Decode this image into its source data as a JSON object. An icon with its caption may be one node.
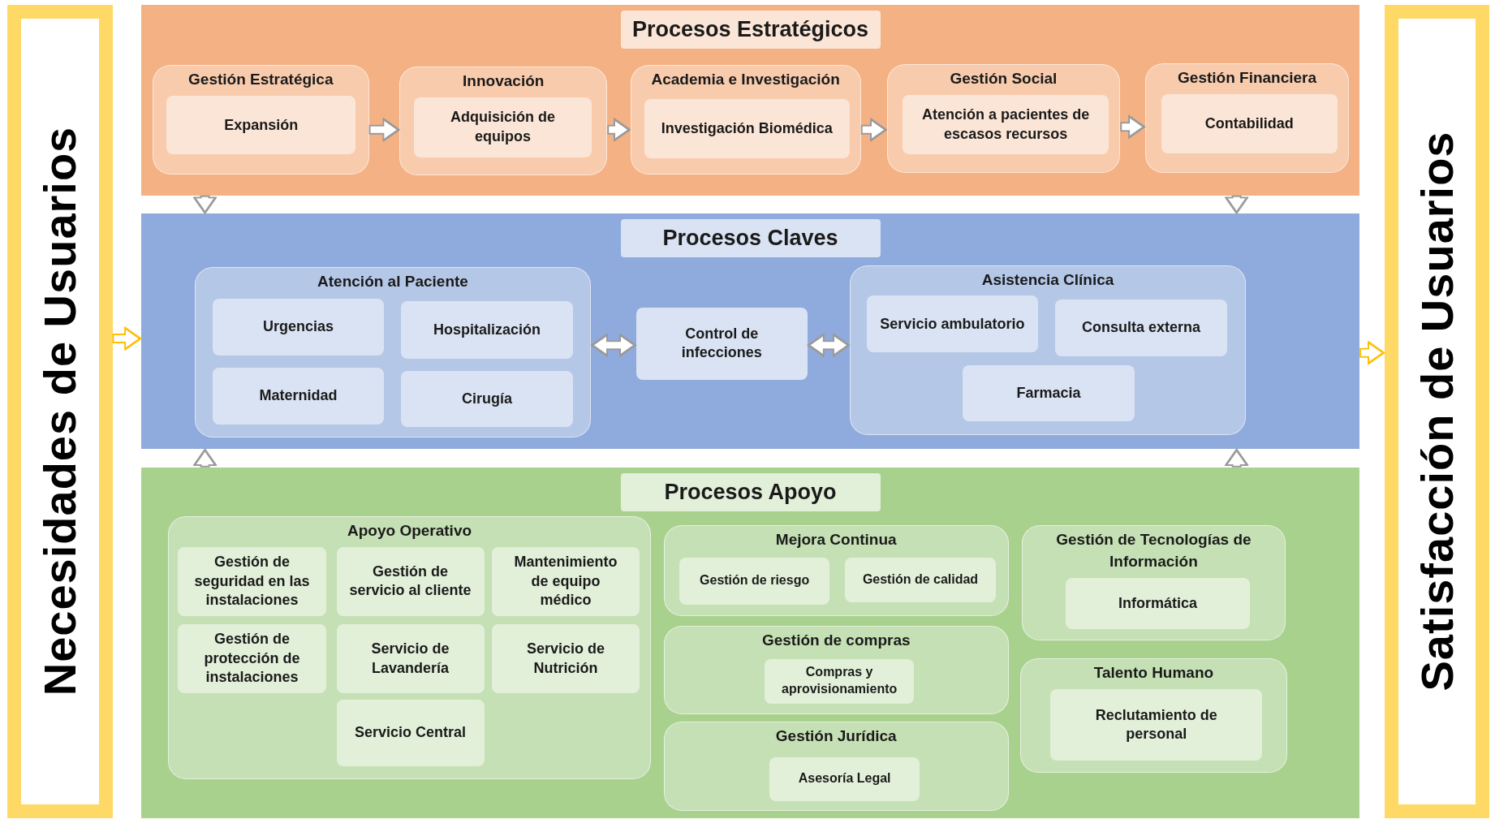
{
  "diagram": {
    "nodes": [
      {
        "text": [
          "Necesidades de Usuarios"
        ]
      },
      {
        "text": [
          "Satisfacción de Usuarios"
        ]
      },
      {
        "text": [
          "Procesos Estratégicos"
        ]
      },
      {
        "text": [
          "Gestión Estratégica"
        ],
        "in": 2
      },
      {
        "text": [
          "Expansión"
        ],
        "in": 3
      },
      {
        "text": [
          "Innovación"
        ],
        "in": 2
      },
      {
        "text": [
          "Adquisición de equipos"
        ],
        "in": 5
      },
      {
        "text": [
          "Academia e Investigación"
        ],
        "in": 2
      },
      {
        "text": [
          "Investigación Biomédica"
        ],
        "in": 7
      },
      {
        "text": [
          "Gestión Social"
        ],
        "in": 2
      },
      {
        "text": [
          "Atención a pacientes de escasos recursos"
        ],
        "in": 9
      },
      {
        "text": [
          "Gestión Financiera"
        ],
        "in": 2
      },
      {
        "text": [
          "Contabilidad"
        ],
        "in": 11
      },
      {
        "text": [
          "Procesos Claves"
        ]
      },
      {
        "text": [
          "Atención al Paciente"
        ],
        "in": 13
      },
      {
        "text": [
          "Urgencias"
        ],
        "in": 14
      },
      {
        "text": [
          "Hospitalización"
        ],
        "in": 14
      },
      {
        "text": [
          "Maternidad"
        ],
        "in": 14
      },
      {
        "text": [
          "Cirugía"
        ],
        "in": 14
      },
      {
        "text": [
          "Control de infecciones"
        ],
        "in": 13
      },
      {
        "text": [
          "Asistencia Clínica"
        ],
        "in": 13
      },
      {
        "text": [
          "Servicio ambulatorio"
        ],
        "in": 20
      },
      {
        "text": [
          "Consulta externa"
        ],
        "in": 20
      },
      {
        "text": [
          "Farmacia"
        ],
        "in": 20
      },
      {
        "text": [
          "Procesos Apoyo"
        ]
      },
      {
        "text": [
          "Apoyo Operativo"
        ],
        "in": 24
      },
      {
        "text": [
          "Gestión de seguridad en las instalaciones"
        ],
        "in": 25
      },
      {
        "text": [
          "Gestión de servicio al cliente"
        ],
        "in": 25
      },
      {
        "text": [
          "Mantenimiento de equipo médico"
        ],
        "in": 25
      },
      {
        "text": [
          "Gestión de protección de instalaciones"
        ],
        "in": 25
      },
      {
        "text": [
          "Servicio de Lavandería"
        ],
        "in": 25
      },
      {
        "text": [
          "Servicio de Nutrición"
        ],
        "in": 25
      },
      {
        "text": [
          "Servicio Central"
        ],
        "in": 25
      },
      {
        "text": [
          "Mejora Continua"
        ],
        "in": 24
      },
      {
        "text": [
          "Gestión de riesgo"
        ],
        "in": 33
      },
      {
        "text": [
          "Gestión de calidad"
        ],
        "in": 33
      },
      {
        "text": [
          "Gestión de compras"
        ],
        "in": 24
      },
      {
        "text": [
          "Compras y aprovisionamiento"
        ],
        "in": 36
      },
      {
        "text": [
          "Gestión Jurídica"
        ],
        "in": 24
      },
      {
        "text": [
          "Asesoría Legal"
        ],
        "in": 38
      },
      {
        "text": [
          "Gestión de Tecnologías de Información"
        ],
        "in": 24
      },
      {
        "text": [
          "Informática"
        ],
        "in": 40
      },
      {
        "text": [
          "Talento Humano"
        ],
        "in": 24
      },
      {
        "text": [
          "Reclutamiento de personal"
        ],
        "in": 42
      }
    ],
    "edges": [
      {
        "from": 3,
        "to": 5,
        "arrow": "to"
      },
      {
        "from": 5,
        "to": 7,
        "arrow": "to"
      },
      {
        "from": 7,
        "to": 9,
        "arrow": "to"
      },
      {
        "from": 9,
        "to": 11,
        "arrow": "to"
      },
      {
        "from": 2,
        "to": 13,
        "arrow": "to"
      },
      {
        "from": 2,
        "to": 13,
        "arrow": "to"
      },
      {
        "from": 24,
        "to": 13,
        "arrow": "to"
      },
      {
        "from": 24,
        "to": 13,
        "arrow": "to"
      },
      {
        "from": 14,
        "to": 19,
        "arrow": "both"
      },
      {
        "from": 19,
        "to": 20,
        "arrow": "both"
      },
      {
        "from": 0,
        "to": 13,
        "arrow": "to",
        "color": "#ffc000"
      },
      {
        "from": 13,
        "to": 1,
        "arrow": "to",
        "color": "#ffc000"
      }
    ]
  }
}
